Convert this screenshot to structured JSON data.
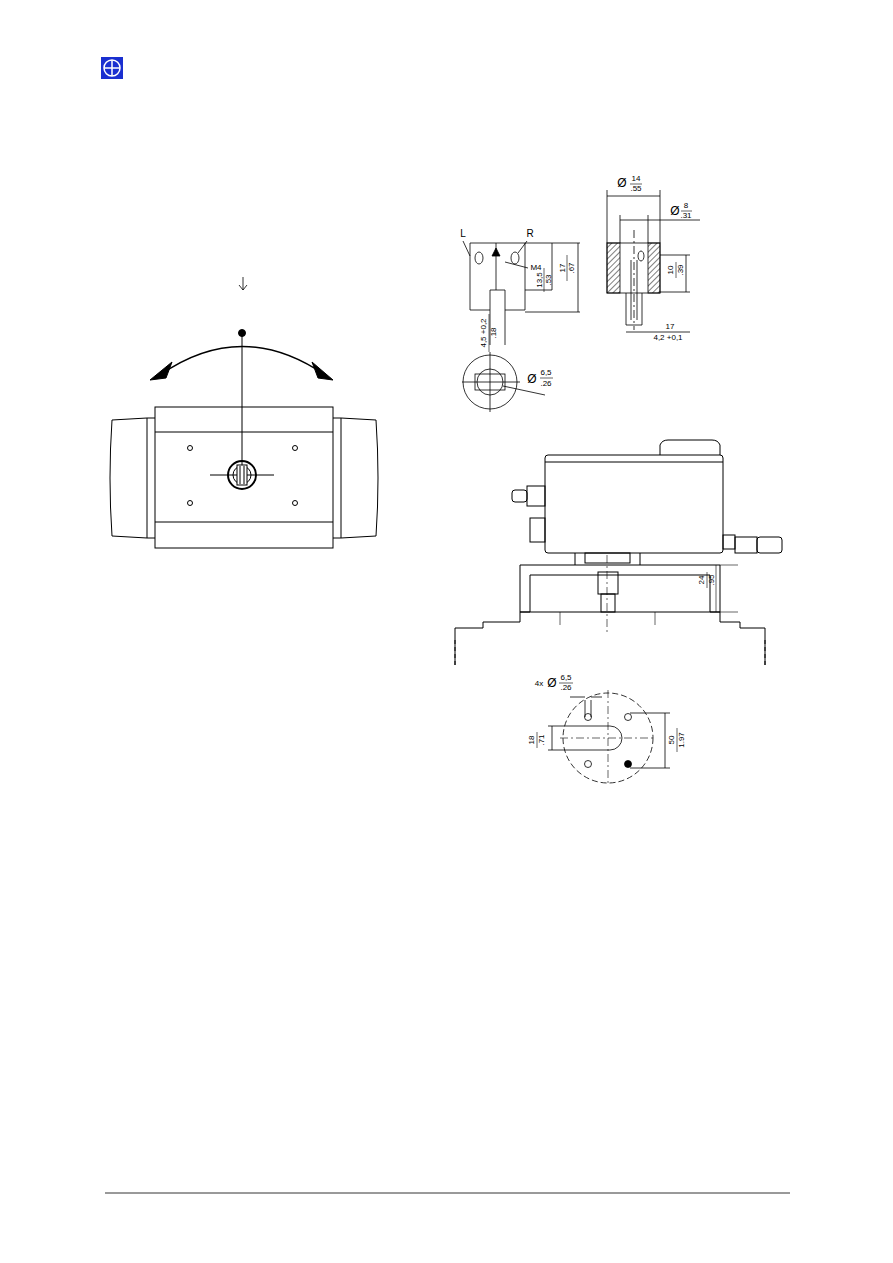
{
  "diagram": {
    "labels": [
      "L",
      "R",
      "M4",
      "13,5",
      ".53",
      "17",
      ".67",
      "4,5 +0,2",
      ".18",
      "Ø",
      "14",
      ".55",
      "Ø",
      "8",
      ".31",
      "10",
      ".39",
      "17",
      "4,2 +0,1",
      "Ø",
      "6,5",
      ".26",
      "24",
      ".95",
      "4x",
      "Ø",
      "6,5",
      ".26",
      "18",
      ".71",
      "50",
      "1.97"
    ]
  }
}
